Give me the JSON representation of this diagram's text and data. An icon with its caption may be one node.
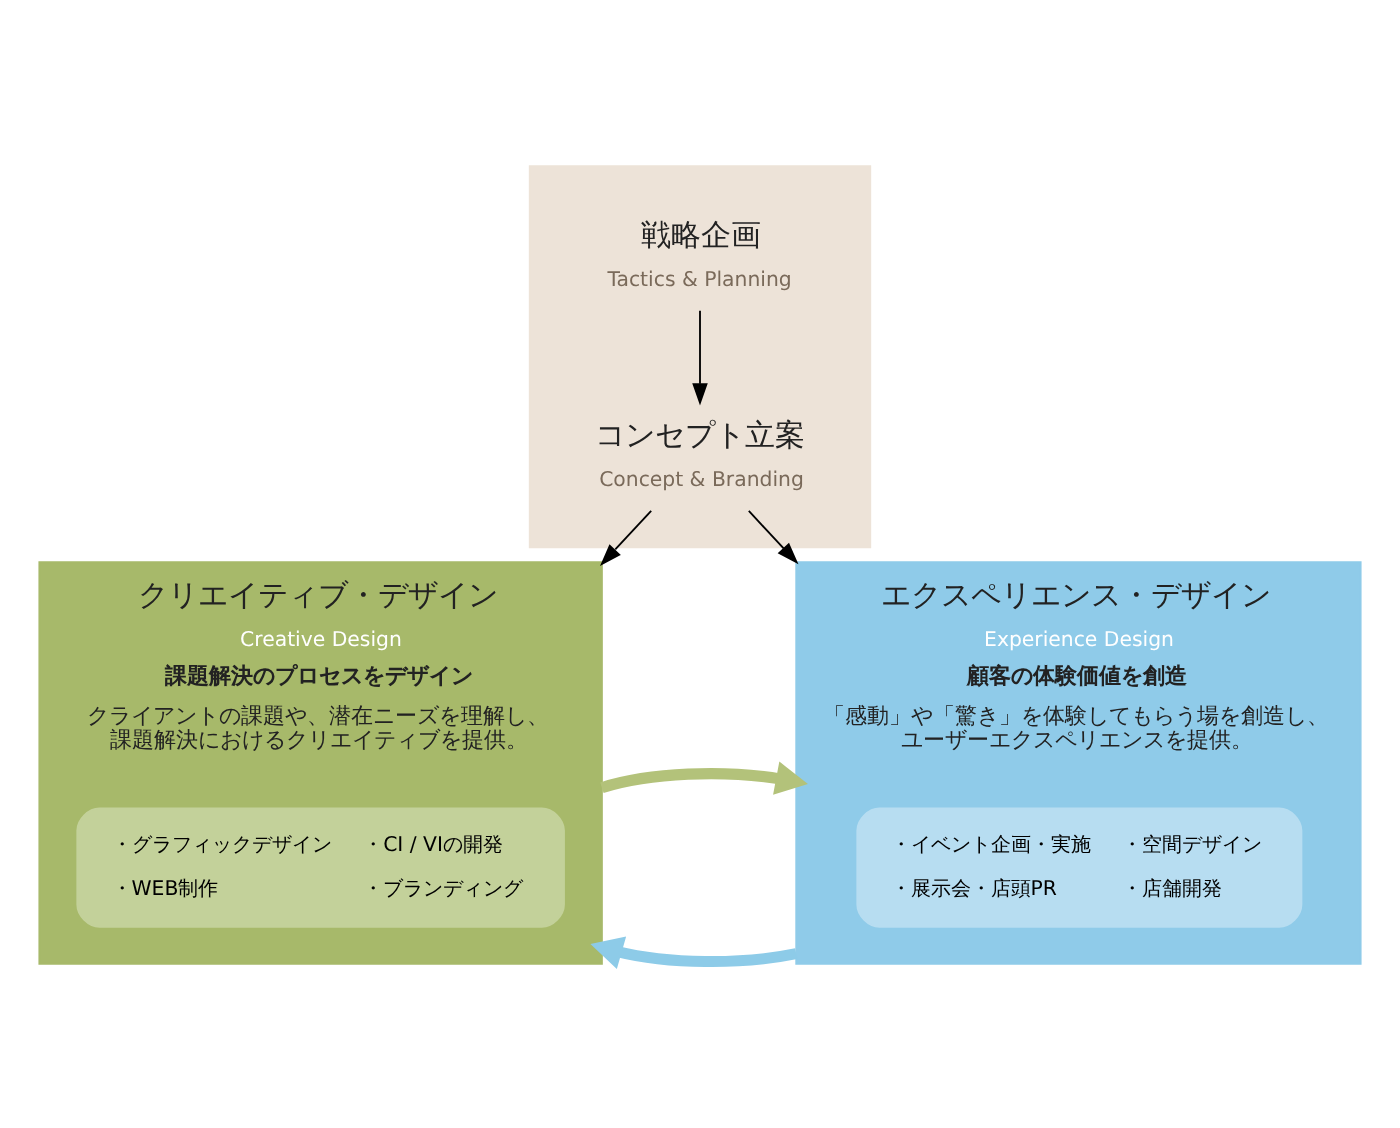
{
  "diagram": {
    "nodes": [
      {
        "text": [],
        "shape": "box"
      },
      {
        "text": [
          "戦略企画",
          "Tactics & Planning"
        ],
        "in": 0
      },
      {
        "text": [
          "コンセプト立案",
          "Concept & Branding"
        ],
        "in": 0
      },
      {
        "text": [
          "クリエイティブ・デザイン",
          "Creative Design",
          "課題解決のプロセスをデザイン",
          "クライアントの課題や、潜在ニーズを理解し、課題解決におけるクリエイティブを提供。"
        ]
      },
      {
        "text": [
          "・グラフィックデザイン",
          "・CI / VIの開発",
          "・WEB制作",
          "・ブランディング"
        ],
        "in": 3
      },
      {
        "text": [
          "エクスペリエンス・デザイン",
          "Experience Design",
          "顧客の体験価値を創造",
          "「感動」や「驚き」を体験してもらう場を創造し、ユーザーエクスペリエンスを提供。"
        ]
      },
      {
        "text": [
          "・イベント企画・実施",
          "・空間デザイン",
          "・展示会・店頭PR",
          "・店舗開発"
        ],
        "in": 5
      }
    ],
    "edges": [
      {
        "from": 1,
        "to": 2,
        "arrow": "to"
      },
      {
        "from": 2,
        "to": 3,
        "arrow": "to"
      },
      {
        "from": 2,
        "to": 5,
        "arrow": "to"
      },
      {
        "from": 3,
        "to": 5,
        "arrow": "to",
        "style": "thick",
        "color": "#b3c27a"
      },
      {
        "from": 5,
        "to": 3,
        "arrow": "to",
        "style": "thick",
        "color": "#8dcbe8"
      }
    ]
  }
}
